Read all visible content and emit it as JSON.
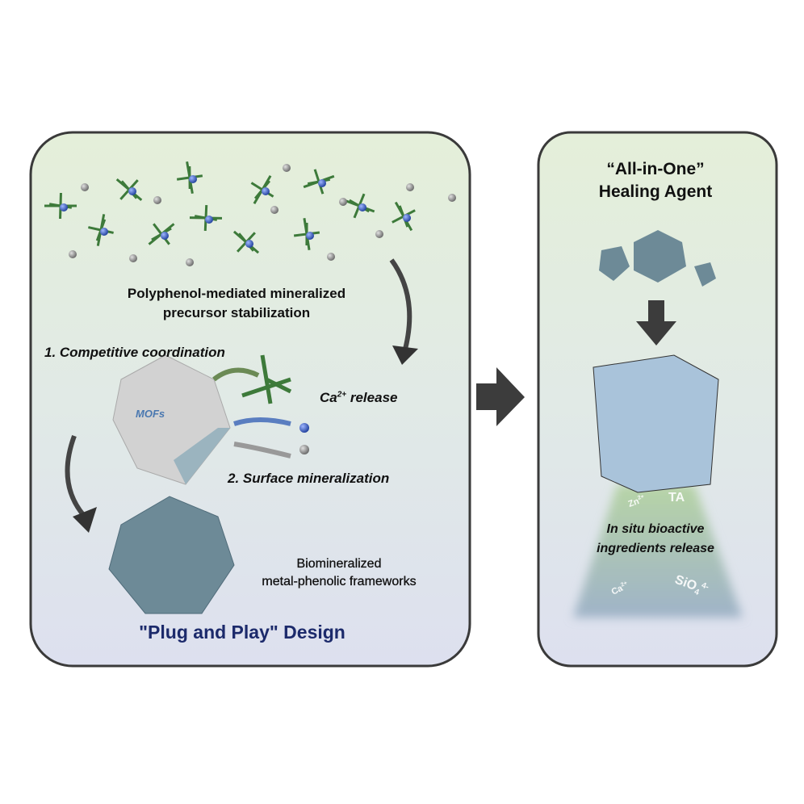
{
  "left_panel": {
    "step_text_line1": "Polyphenol-mediated mineralized",
    "step_text_line2": "precursor stabilization",
    "competitive": "1. Competitive coordination",
    "ca_release": "Ca",
    "ca_sup": "2+",
    "ca_release_word": " release",
    "mofs": "MOFs",
    "surface": "2. Surface mineralization",
    "product_line1": "Biomineralized",
    "product_line2": "metal-phenolic  frameworks",
    "design": "\"Plug and Play\" Design"
  },
  "right_panel": {
    "title_line1": "“All-in-One”",
    "title_line2": "Healing Agent",
    "zn": "Zn",
    "zn_sup": "2+",
    "ta": "TA",
    "release_line1": "In situ bioactive",
    "release_line2": "ingredients release",
    "ca": "Ca",
    "ca_sup": "2+",
    "sio": "SiO",
    "sio_sub": "4",
    "sio_sup": "4-"
  },
  "colors": {
    "polyphenol": "#3d7a3a",
    "ion_blue": "#2f56b8",
    "ion_gray": "#8a8a8a",
    "design_text": "#1c2a6b",
    "border": "#3a3a3a"
  }
}
